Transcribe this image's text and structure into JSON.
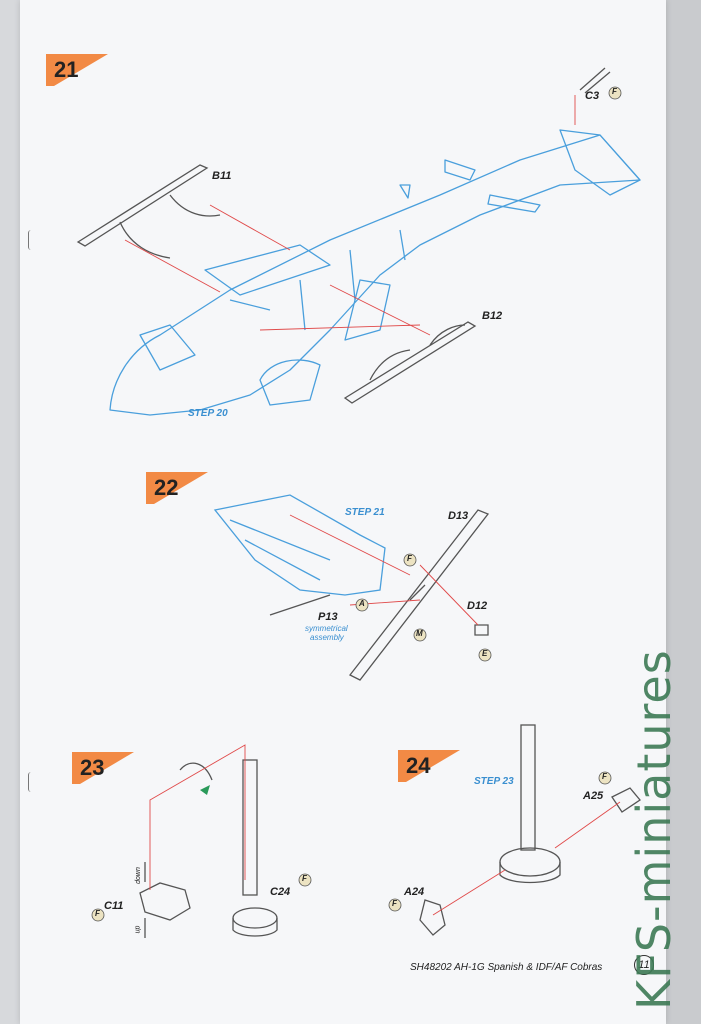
{
  "steps": {
    "s21": {
      "number": "21",
      "ref": "STEP 20",
      "parts": {
        "b11": "B11",
        "b12": "B12",
        "c3": "C3"
      },
      "paint": {
        "c3": "F"
      }
    },
    "s22": {
      "number": "22",
      "ref": "STEP 21",
      "parts": {
        "d13": "D13",
        "d12": "D12",
        "p13": "P13"
      },
      "note_line1": "symmetrical",
      "note_line2": "assembly",
      "paint": {
        "top": "F",
        "p13": "A",
        "mid": "M",
        "d12": "E"
      }
    },
    "s23": {
      "number": "23",
      "parts": {
        "c11": "C11",
        "c24": "C24"
      },
      "dir_down": "down",
      "dir_up": "up",
      "paint": {
        "c11": "F",
        "c24": "F"
      }
    },
    "s24": {
      "number": "24",
      "ref": "STEP 23",
      "parts": {
        "a25": "A25",
        "a24": "A24"
      },
      "paint": {
        "a25": "F",
        "a24": "F"
      }
    }
  },
  "footer": {
    "product": "SH48202 AH-1G Spanish & IDF/AF Cobras",
    "page": "11"
  },
  "watermark": "KFS-miniatures",
  "colors": {
    "flag": "#f28a45",
    "blue_line": "#4a9fdc",
    "red_line": "#e04a4a",
    "part_grey": "#555555",
    "watermark": "#3d7a55"
  }
}
